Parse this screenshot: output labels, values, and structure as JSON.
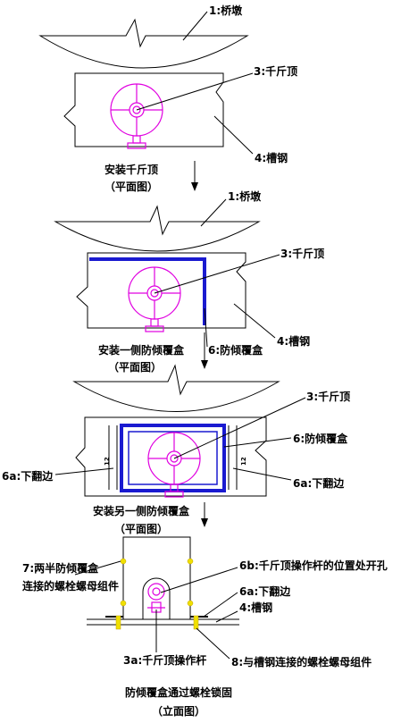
{
  "colors": {
    "line": "#000000",
    "jack": "#e000e0",
    "box": "#1a1ad0",
    "bolt": "#f0e000"
  },
  "panel1": {
    "pier_label": "1:桥墩",
    "jack_label": "3:千斤顶",
    "channel_label": "4:槽钢",
    "caption_line1": "安装千斤顶",
    "caption_line2": "（平面图）"
  },
  "panel2": {
    "pier_label": "1:桥墩",
    "jack_label": "3:千斤顶",
    "box_label": "6:防倾覆盒",
    "channel_label": "4:槽钢",
    "caption_line1": "安装一侧防倾覆盒",
    "caption_line2": "（平面图）"
  },
  "panel3": {
    "jack_label": "3:千斤顶",
    "box_label": "6:防倾覆盒",
    "flange_left_label": "6a:下翻边",
    "flange_right_label": "6a:下翻边",
    "flange_mark": "12",
    "caption_line1": "安装另一侧防倾覆盒",
    "caption_line2": "（平面图）"
  },
  "panel4": {
    "bolt_label_line1": "7:两半防倾覆盒",
    "bolt_label_line2": "连接的螺栓螺母组件",
    "hole_label": "6b:千斤顶操作杆的位置处开孔",
    "flange_label": "6a:下翻边",
    "channel_label": "4:槽钢",
    "lever_label": "3a:千斤顶操作杆",
    "anchor_label": "8:与槽钢连接的螺栓螺母组件",
    "caption_line1": "防倾覆盒通过螺栓锁固",
    "caption_line2": "（立面图）"
  }
}
